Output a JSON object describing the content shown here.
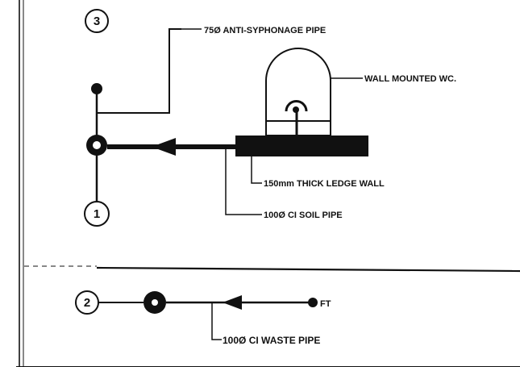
{
  "markers": {
    "m1": "1",
    "m2": "2",
    "m3": "3"
  },
  "labels": {
    "anti_syphonage": "75Ø ANTI-SYPHONAGE PIPE",
    "wall_wc": "WALL MOUNTED WC.",
    "ledge_wall": "150mm THICK LEDGE WALL",
    "soil_pipe": "100Ø CI SOIL PIPE",
    "ft": "FT",
    "waste_pipe": "100Ø CI WASTE PIPE"
  },
  "colors": {
    "ink": "#111111",
    "paper": "#ffffff"
  }
}
